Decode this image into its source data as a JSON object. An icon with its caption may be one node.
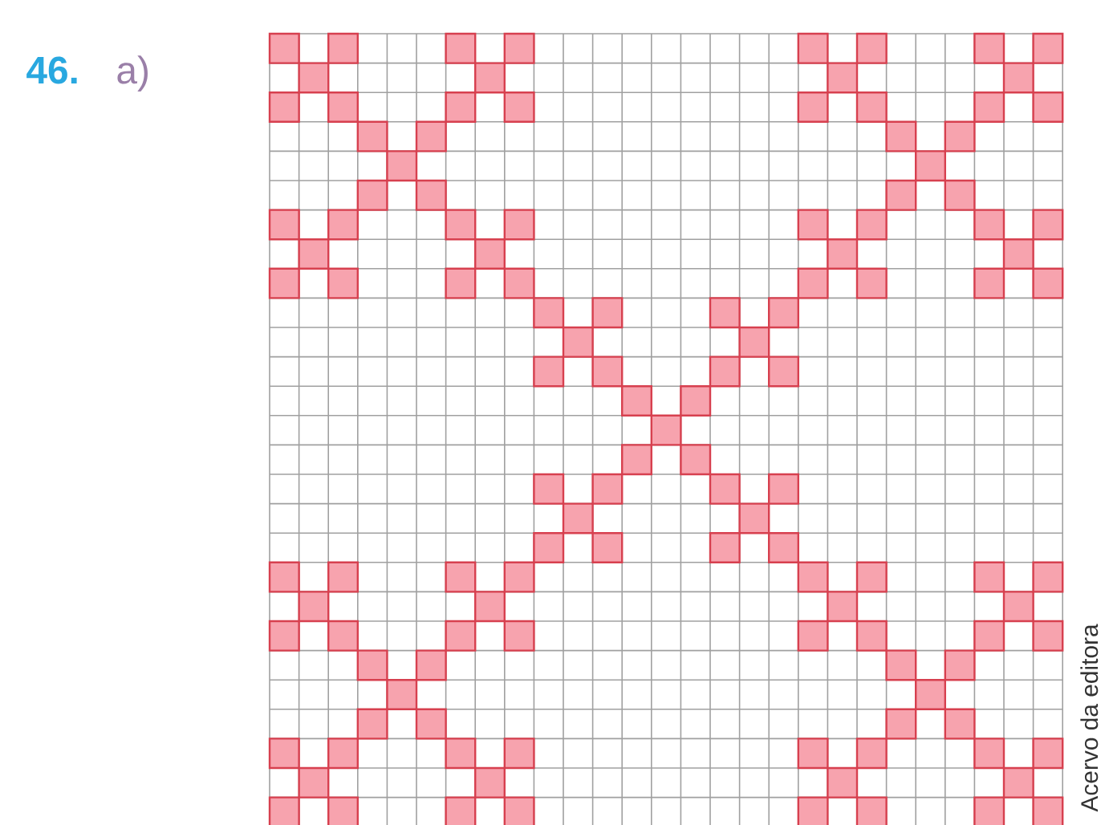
{
  "diagram": {
    "labels": [
      "46.",
      "a)",
      "Acervo da editora"
    ]
  }
}
